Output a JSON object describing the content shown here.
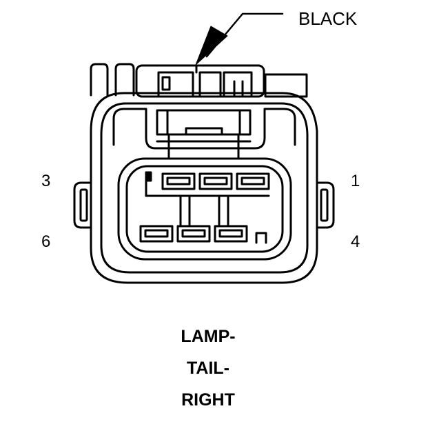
{
  "connector": {
    "color_label": "BLACK",
    "pins": {
      "top_left": "3",
      "bottom_left": "6",
      "top_right": "1",
      "bottom_right": "4"
    },
    "title_lines": [
      "LAMP-",
      "TAIL-",
      "RIGHT"
    ]
  },
  "colors": {
    "line": "#000000",
    "background": "#ffffff"
  }
}
